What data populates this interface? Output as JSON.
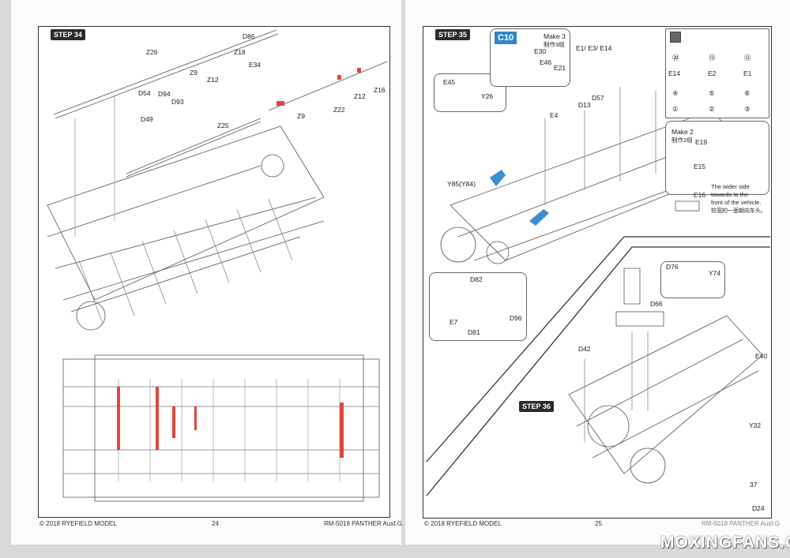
{
  "left_page": {
    "step": "STEP 34",
    "labels": [
      "D86",
      "Z26",
      "Z18",
      "E34",
      "Z9",
      "Z12",
      "D54",
      "D94",
      "D93",
      "Z16",
      "Z12",
      "Z22",
      "Z9",
      "D49",
      "Z25"
    ],
    "footer": {
      "copyright": "© 2018 RYEFIELD MODEL",
      "page_number": "24",
      "product": "RM-5019 PANTHER Ausf.G"
    }
  },
  "right_page": {
    "step35": "STEP 35",
    "step36": "STEP 36",
    "callout_c10": {
      "badge": "C10",
      "make": "Make 3",
      "make_cn": "制作3组",
      "labels": [
        "E30",
        "E46",
        "E21"
      ]
    },
    "callout_e45": {
      "labels": [
        "E45",
        "Y26"
      ]
    },
    "main_labels": [
      "E1/ E3/ E14",
      "D57",
      "D13",
      "E4",
      "Y85(Y84)"
    ],
    "ammo": {
      "labels": [
        "E14",
        "E2",
        "E1"
      ],
      "numbers": [
        "⑳",
        "⑬",
        "⑫",
        "④",
        "⑤",
        "⑥",
        "①",
        "②",
        "③"
      ]
    },
    "ammo_box": {
      "make": "Make 2",
      "make_cn": "制作2组",
      "labels": [
        "E19",
        "E15",
        "E16"
      ],
      "note_lines": [
        "The wider side",
        "towards to the",
        "front of the vehicle.",
        "较宽的一面朝向车头。"
      ]
    },
    "wheel_callout": {
      "labels": [
        "D82",
        "E7",
        "D81",
        "D96"
      ]
    },
    "seat_callout": {
      "labels": [
        "D76",
        "Y74"
      ]
    },
    "step36_labels": [
      "D66",
      "D42",
      "E40",
      "Y32",
      "37",
      "D24"
    ],
    "footer": {
      "copyright": "© 2018 RYEFIELD MODEL",
      "page_number": "25",
      "product": "RM-5019 PANTHER Ausf.G"
    }
  },
  "watermark": "MOXINGFANS.COM",
  "colors": {
    "highlight_red": "#e0463c",
    "part_blue": "#3a8fd0",
    "step_badge": "#2b2b2b"
  }
}
